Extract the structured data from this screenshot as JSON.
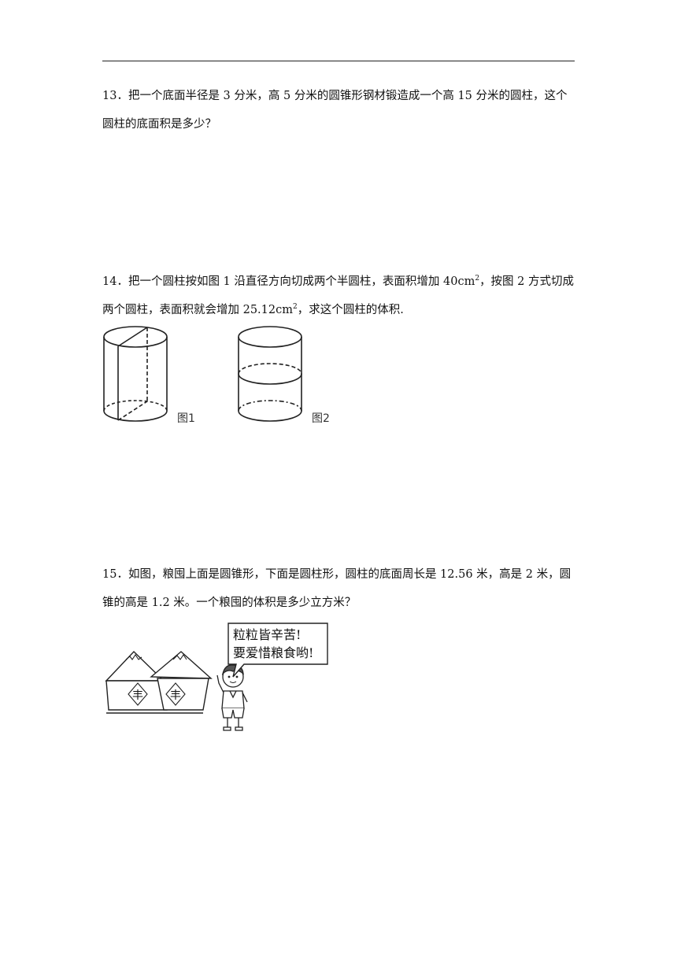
{
  "q13": {
    "number": "13．",
    "line1": "把一个底面半径是 3 分米，高 5 分米的圆锥形钢材锻造成一个高 15 分米的圆柱，这个",
    "line2": "圆柱的底面积是多少？"
  },
  "q14": {
    "number": "14．",
    "line1_a": "把一个圆柱按如图 1 沿直径方向切成两个半圆柱，表面积增加 40cm",
    "sup": "2",
    "line1_b": "，按图 2 方式切成",
    "line2_a": "两个圆柱，表面积就会增加 25.12cm",
    "line2_b": "，求这个圆柱的体积.",
    "fig1_label": "图1",
    "fig2_label": "图2"
  },
  "q15": {
    "number": "15．",
    "line1": "如图，粮囤上面是圆锥形，下面是圆柱形，圆柱的底面周长是 12.56 米，高是 2 米，圆",
    "line2": "锥的高是 1.2 米。一个粮囤的体积是多少立方米？",
    "bubble_line1": "粒粒皆辛苦!",
    "bubble_line2": "要爱惜粮食哟!",
    "sign_char": "丰"
  }
}
